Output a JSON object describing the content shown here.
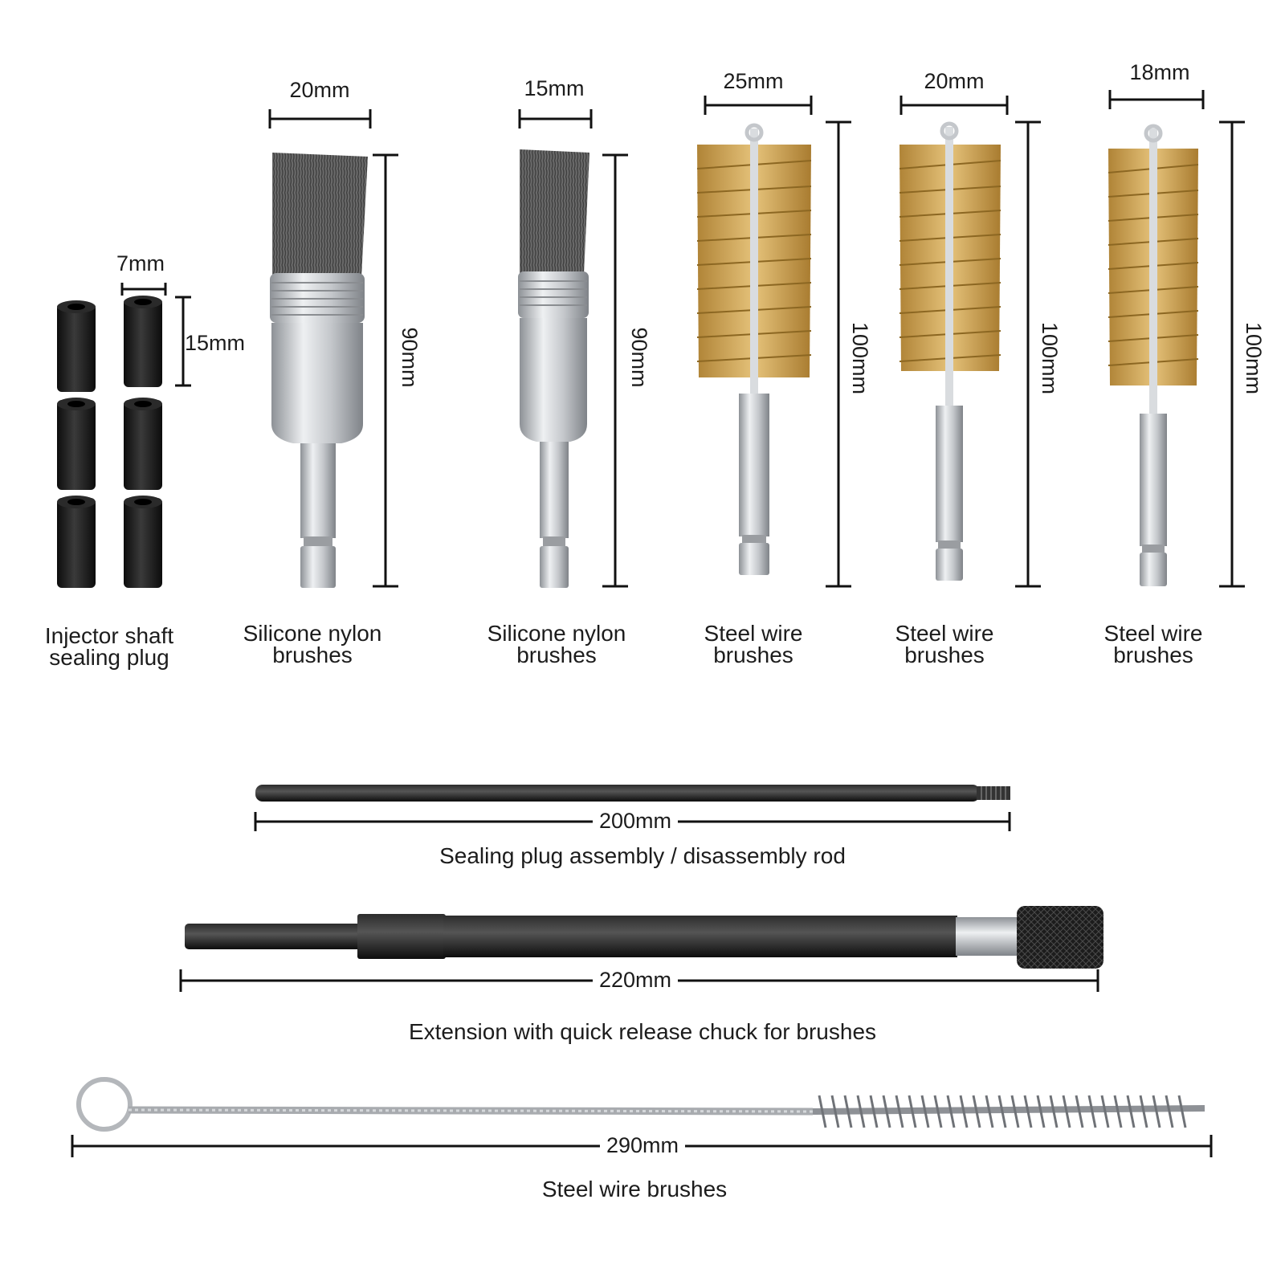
{
  "products": {
    "plugs": {
      "name_line1": "Injector shaft",
      "name_line2": "sealing plug",
      "width": "7mm",
      "height": "15mm"
    },
    "nylon_large": {
      "name_line1": "Silicone nylon",
      "name_line2": "brushes",
      "width": "20mm",
      "height": "90mm"
    },
    "nylon_small": {
      "name_line1": "Silicone nylon",
      "name_line2": "brushes",
      "width": "15mm",
      "height": "90mm"
    },
    "wire_25": {
      "name_line1": "Steel wire",
      "name_line2": "brushes",
      "width": "25mm",
      "height": "100mm"
    },
    "wire_20": {
      "name_line1": "Steel wire",
      "name_line2": "brushes",
      "width": "20mm",
      "height": "100mm"
    },
    "wire_18": {
      "name_line1": "Steel wire",
      "name_line2": "brushes",
      "width": "18mm",
      "height": "100mm"
    },
    "rod": {
      "name": "Sealing plug assembly / disassembly rod",
      "length": "200mm"
    },
    "extension": {
      "name": "Extension with quick release chuck for brushes",
      "length": "220mm"
    },
    "long_brush": {
      "name": "Steel wire brushes",
      "length": "290mm"
    }
  },
  "colors": {
    "brass": "#c9a04e",
    "nylon": "#6a6a6a",
    "steel": "#c4c7cb",
    "black": "#1a1a1a",
    "dimension_line": "#111111"
  }
}
